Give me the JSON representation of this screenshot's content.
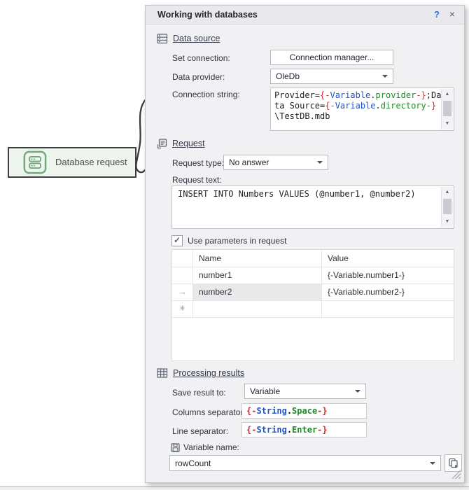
{
  "window": {
    "title": "Working with databases",
    "help_icon": "?",
    "close_icon": "×"
  },
  "block": {
    "label": "Database request"
  },
  "sections": {
    "data_source": {
      "title": "Data source",
      "set_connection_label": "Set connection:",
      "connection_button": "Connection manager...",
      "data_provider_label": "Data provider:",
      "data_provider_value": "OleDb",
      "connection_string_label": "Connection string:",
      "connection_string_value": "Provider={-Variable.provider-};Data Source={-Variable.directory-}\\TestDB.mdb"
    },
    "request": {
      "title": "Request",
      "request_type_label": "Request type:",
      "request_type_value": "No answer",
      "request_text_label": "Request text:",
      "request_text_value": "INSERT INTO Numbers VALUES (@number1, @number2)",
      "use_params_label": "Use parameters in request",
      "use_params_checked": "✓",
      "table": {
        "columns": [
          "Name",
          "Value"
        ],
        "rows": [
          {
            "marker": "",
            "name": "number1",
            "value": "{-Variable.number1-}"
          },
          {
            "marker": "→",
            "name": "number2",
            "value": "{-Variable.number2-}"
          },
          {
            "marker": "✳",
            "name": "",
            "value": ""
          }
        ]
      }
    },
    "processing": {
      "title": "Processing results",
      "save_result_label": "Save result to:",
      "save_result_value": "Variable",
      "columns_separator_label": "Columns separator:",
      "columns_separator_value": "{-String.Space-}",
      "line_separator_label": "Line separator:",
      "line_separator_value": "{-String.Enter-}",
      "variable_name_label": "Variable name:",
      "variable_name_value": "rowCount"
    }
  },
  "colors": {
    "code_red": "#e0252b",
    "code_blue": "#2152c8",
    "code_green": "#1f8b27",
    "block_green": "#74a878",
    "help_blue": "#2a6bd8"
  }
}
